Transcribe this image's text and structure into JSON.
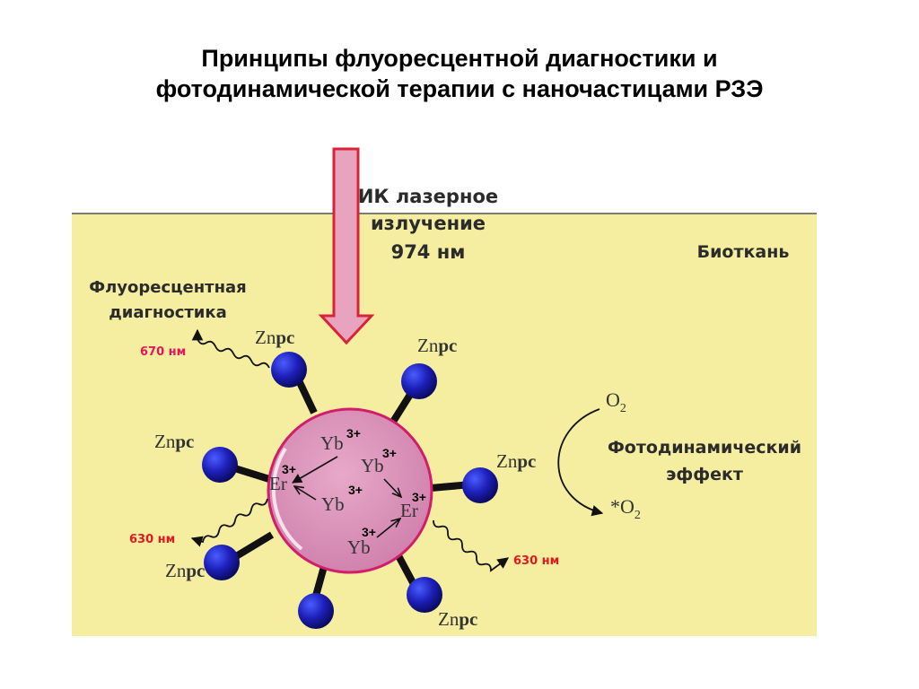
{
  "title": {
    "line1": "Принципы флуоресцентной диагностики и",
    "line2": "фотодинамической терапии с наночастицами  РЗЭ"
  },
  "laser": {
    "line1": "ИК лазерное",
    "line2": "излучение",
    "line3": "974 нм"
  },
  "tissue_label": "Биоткань",
  "fluorescent": {
    "line1": "Флуоресцентная",
    "line2": "диагностика",
    "emission": "670 нм",
    "emission_color": "#e0185a"
  },
  "emission_630": "630 нм",
  "emission_630_color": "#e0181f",
  "pdt": {
    "line1": "Фотодинамический",
    "line2": "эффект"
  },
  "oxygen": {
    "o": "O",
    "sub": "2",
    "excited_prefix": "*O",
    "excited_sub": "2"
  },
  "ligand": {
    "zn": "Zn",
    "pc": "pc"
  },
  "ions": {
    "yb": "Yb",
    "er": "Er",
    "charge": "3+"
  },
  "colors": {
    "tissue": "#f5eea0",
    "arrow_fill": "#e8a3be",
    "arrow_stroke": "#d9233a",
    "nanoparticle": "#d98bb4",
    "nanoparticle_rim": "#d11d6a",
    "ball": "#1d1fb8"
  }
}
